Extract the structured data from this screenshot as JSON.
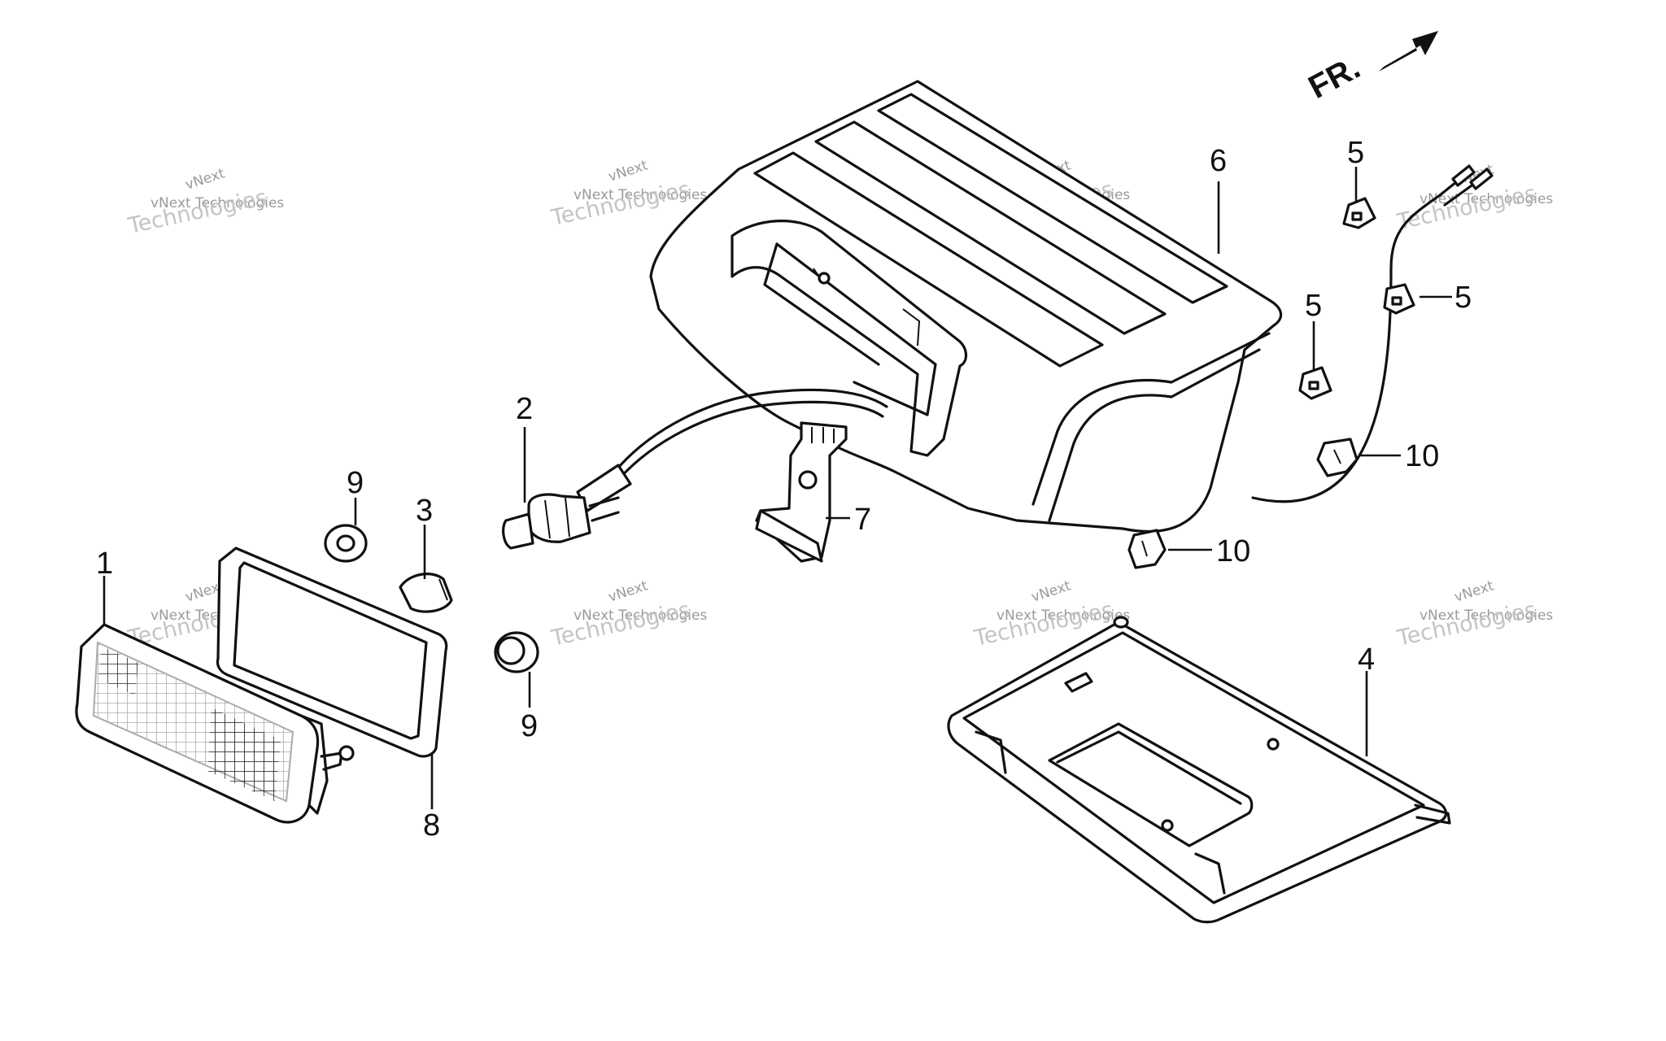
{
  "orientation_label": "FR.",
  "callouts": [
    "1",
    "2",
    "3",
    "4",
    "5",
    "5",
    "5",
    "6",
    "7",
    "8",
    "9",
    "9",
    "10",
    "10"
  ],
  "watermark": {
    "line1": "vNext",
    "line2": "vNext Technologies",
    "line3": "Technologies"
  },
  "colors": {
    "ink": "#111111",
    "watermark": "#b0b0b0",
    "background": "#ffffff"
  }
}
